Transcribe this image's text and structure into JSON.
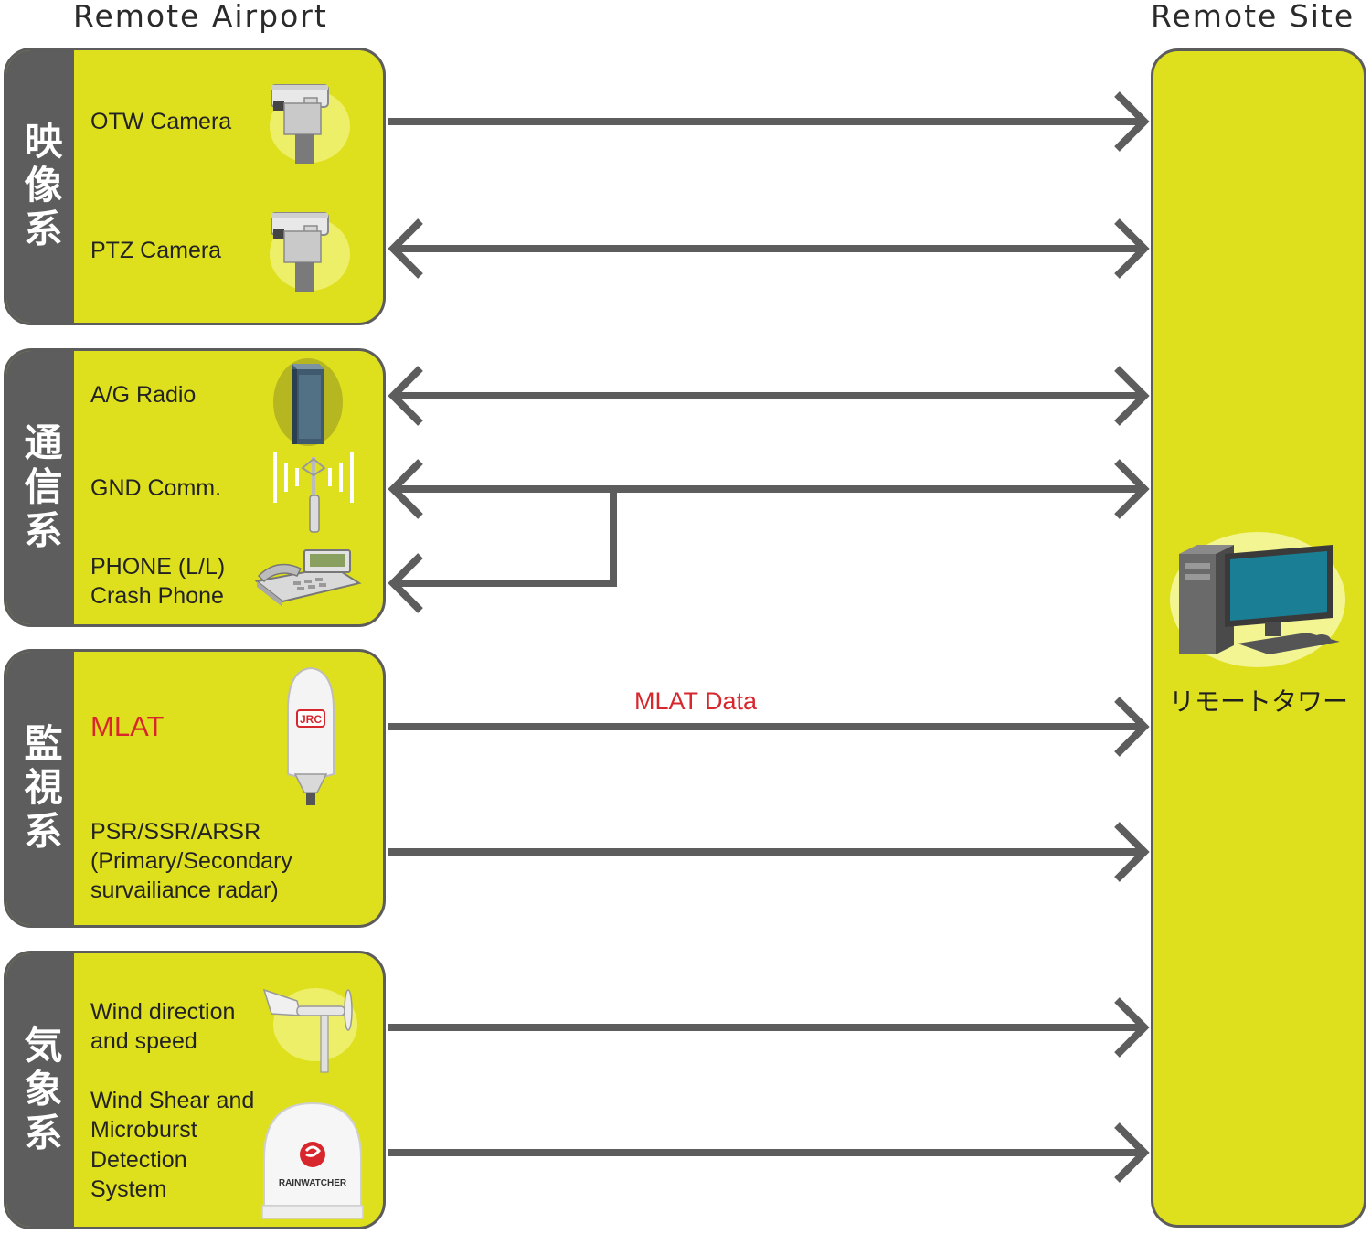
{
  "headings": {
    "left": "Remote Airport",
    "right": "Remote Site"
  },
  "groups": [
    {
      "title": "映像系",
      "items": [
        "OTW Camera",
        "PTZ Camera"
      ]
    },
    {
      "title": "通信系",
      "items": [
        "A/G Radio",
        "GND Comm.",
        "PHONE (L/L)",
        "Crash Phone"
      ]
    },
    {
      "title": "監視系",
      "items": [
        "MLAT",
        "PSR/SSR/ARSR",
        "(Primary/Secondary",
        "survailiance radar)"
      ]
    },
    {
      "title": "気象系",
      "items": [
        "Wind direction",
        "and speed",
        "Wind Shear and",
        "Microburst",
        "Detection",
        "System"
      ]
    }
  ],
  "site": {
    "label": "リモートタワー"
  },
  "arrow_label": "MLAT Data",
  "logos": {
    "mlat": "JRC",
    "weather_radar": "RAINWATCHER"
  },
  "icons": [
    "camera-icon",
    "radio-rack-icon",
    "antenna-icon",
    "telephone-icon",
    "mlat-sensor-icon",
    "wind-vane-icon",
    "weather-radar-dome-icon",
    "computer-icon"
  ],
  "colors": {
    "panel": "#dfe01d",
    "tab": "#5d5d5d",
    "arrow": "#5d5d5d",
    "accent_red": "#d8262d"
  }
}
